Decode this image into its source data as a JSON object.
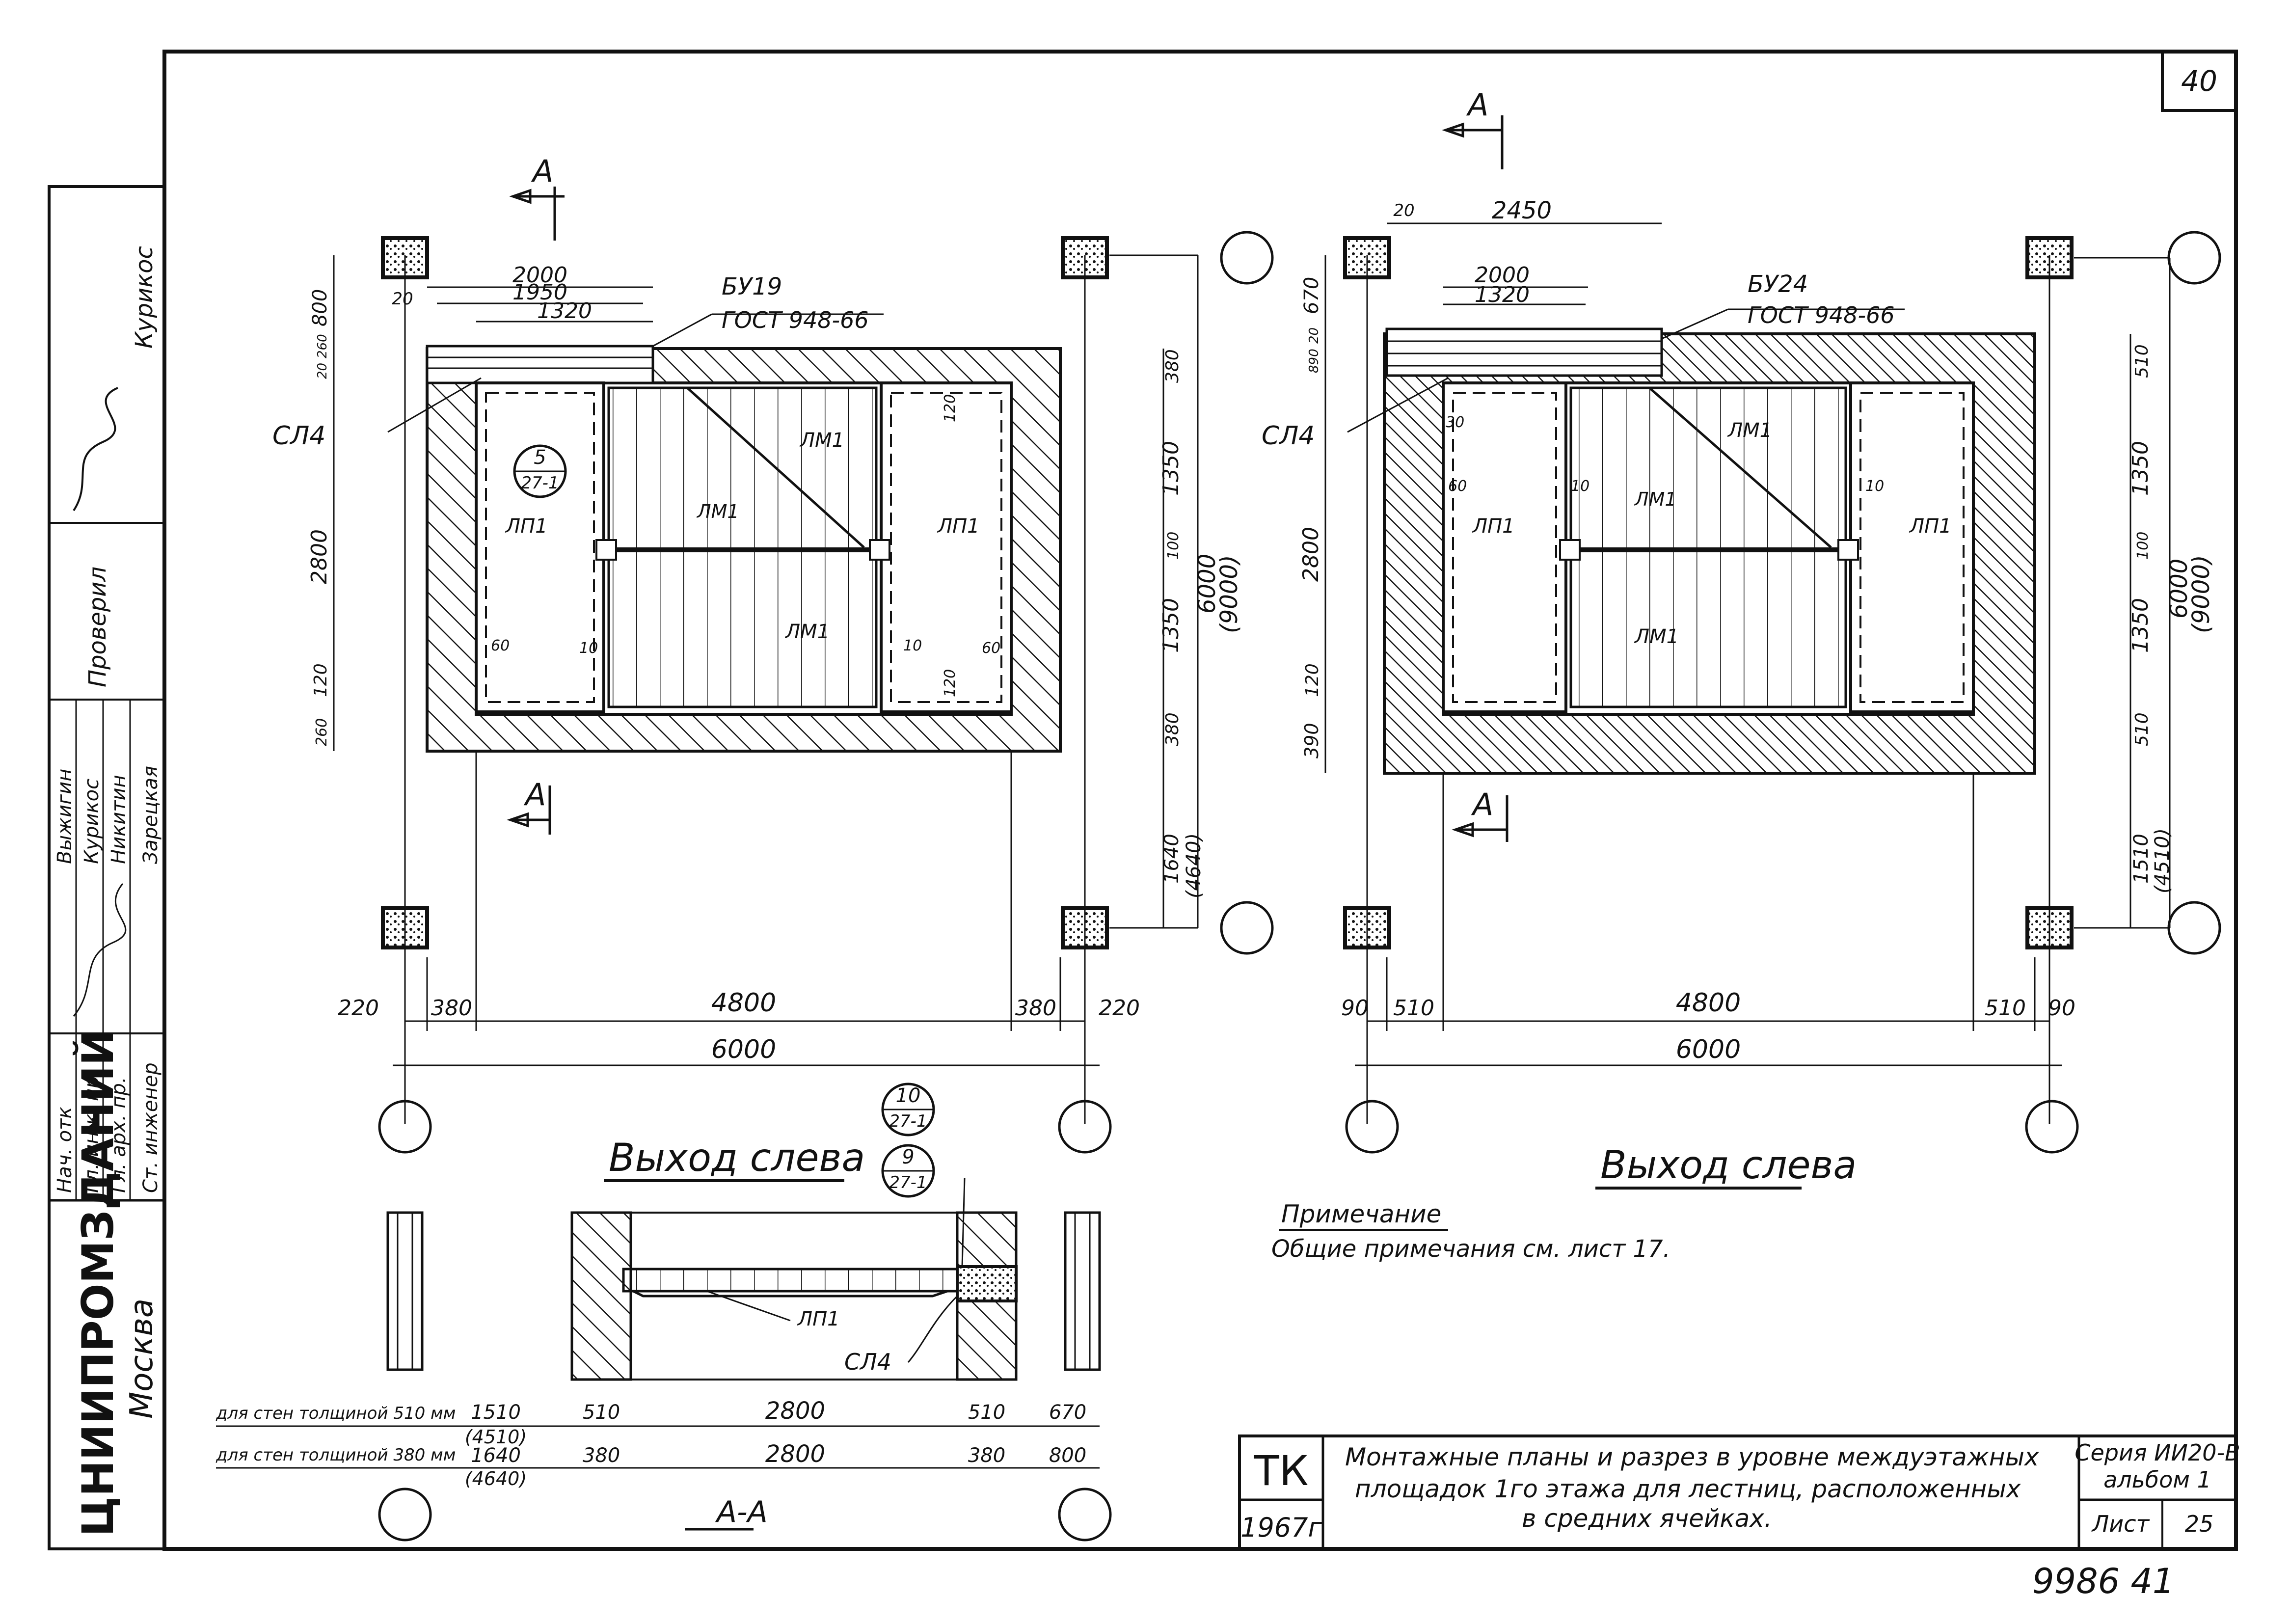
{
  "sheet": {
    "page_number": "40",
    "stamp_number": "9986 41"
  },
  "side_stamp": {
    "organization": "ЦНИИПРОМЗДАНИЙ",
    "city": "Москва",
    "roles": [
      "Нач. отк",
      "Гл. инж. пр.",
      "Гл. арх. пр.",
      "Ст. инженер"
    ],
    "names": [
      "Выжигин",
      "Курикос",
      "Никитин",
      "Зарецкая"
    ],
    "checked_label": "Проверил",
    "checked_name": "Курикос"
  },
  "plan_left": {
    "section_mark": "А",
    "beam_mark": "БУ19",
    "beam_standard": "ГОСТ 948-66",
    "slab_mark": "СЛ4",
    "flight_mark": "ЛМ1",
    "landing_mark": "ЛП1",
    "node_ref_top": "5",
    "node_ref_bottom": "27-1",
    "top_dims": [
      "2000",
      "1950",
      "1320",
      "20"
    ],
    "left_dims": [
      "800",
      "20",
      "260",
      "2800",
      "120",
      "260"
    ],
    "right_dims": [
      "380",
      "1350",
      "100",
      "1350",
      "380",
      "1640",
      "(4640)"
    ],
    "overall_height": "6000",
    "overall_height_alt": "(9000)",
    "small_dims": [
      "60",
      "10",
      "10",
      "60",
      "120",
      "120"
    ],
    "bottom_dims": [
      "220",
      "380",
      "4800",
      "380",
      "220"
    ],
    "overall_width": "6000",
    "caption": "Выход слева"
  },
  "plan_right": {
    "section_mark": "А",
    "beam_mark": "БУ24",
    "beam_standard": "ГОСТ 948-66",
    "slab_mark": "СЛ4",
    "flight_mark": "ЛМ1",
    "landing_mark": "ЛП1",
    "top_dims": [
      "2450",
      "2000",
      "1320",
      "20"
    ],
    "left_dims": [
      "670",
      "20",
      "890",
      "2800",
      "120",
      "390"
    ],
    "right_dims": [
      "510",
      "1350",
      "100",
      "1350",
      "510",
      "1510",
      "(4510)"
    ],
    "overall_height": "6000",
    "overall_height_alt": "(9000)",
    "small_dims": [
      "30",
      "60",
      "10",
      "10"
    ],
    "bottom_dims": [
      "90",
      "510",
      "4800",
      "510",
      "90"
    ],
    "overall_width": "6000",
    "caption": "Выход слева"
  },
  "section": {
    "title": "А-А",
    "node_refs": [
      {
        "top": "10",
        "bottom": "27-1"
      },
      {
        "top": "9",
        "bottom": "27-1"
      }
    ],
    "landing_mark": "ЛП1",
    "slab_mark": "СЛ4",
    "row1_label": "для стен толщиной 510 мм",
    "row1_dims": [
      "1510",
      "(4510)",
      "510",
      "2800",
      "510",
      "670"
    ],
    "row2_label": "для стен толщиной 380 мм",
    "row2_dims": [
      "1640",
      "(4640)",
      "380",
      "2800",
      "380",
      "800"
    ]
  },
  "note": {
    "heading": "Примечание",
    "text": "Общие примечания см. лист 17."
  },
  "title_block": {
    "code": "ТК",
    "year": "1967г",
    "title": "Монтажные планы и разрез  в уровне междуэтажных площадок 1го этажа для лестниц, расположенных в средних ячейках.",
    "title_line1": "Монтажные планы и разрез  в уровне междуэтажных",
    "title_line2": "площадок 1го этажа для лестниц, расположенных",
    "title_line3": "в средних ячейках.",
    "series": "Серия ИИ20-В",
    "album": "альбом 1",
    "sheet_label": "Лист",
    "sheet_number": "25"
  }
}
